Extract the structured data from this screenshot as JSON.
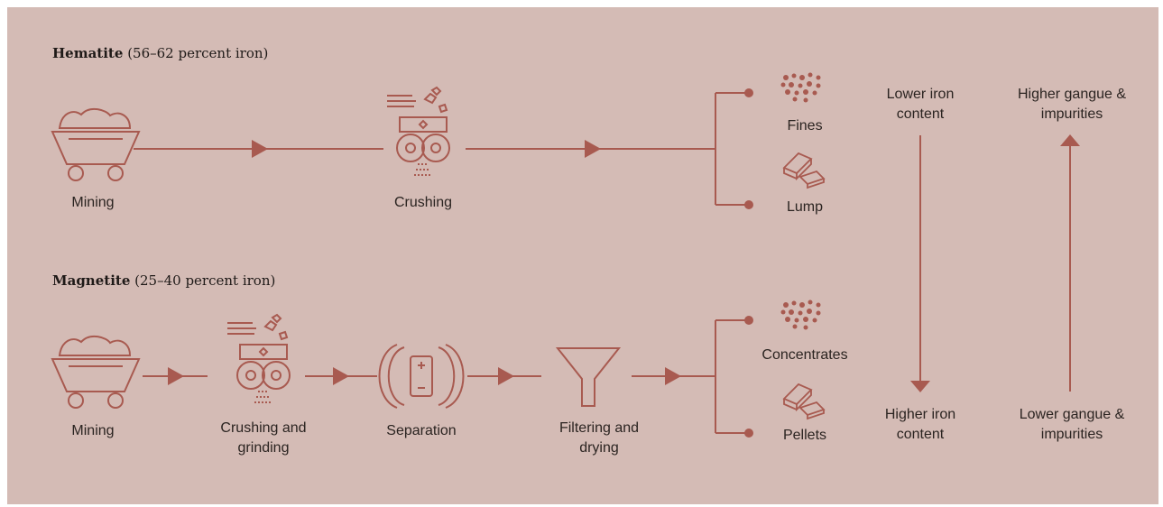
{
  "hematite": {
    "name": "Hematite",
    "detail": "(56–62 percent iron)",
    "steps": [
      "Mining",
      "Crushing"
    ],
    "outputs": [
      "Fines",
      "Lump"
    ]
  },
  "magnetite": {
    "name": "Magnetite",
    "detail": "(25–40 percent iron)",
    "steps": [
      "Mining",
      "Crushing and grinding",
      "Separation",
      "Filtering and drying"
    ],
    "outputs": [
      "Concentrates",
      "Pellets"
    ]
  },
  "scales": {
    "iron": {
      "top": "Lower iron content",
      "bottom": "Higher iron content"
    },
    "gangue": {
      "top": "Higher gangue & impurities",
      "bottom": "Lower gangue & impurities"
    }
  },
  "colors": {
    "background": "#d4bbb5",
    "accent": "#a85a50",
    "text": "#2b2421"
  }
}
